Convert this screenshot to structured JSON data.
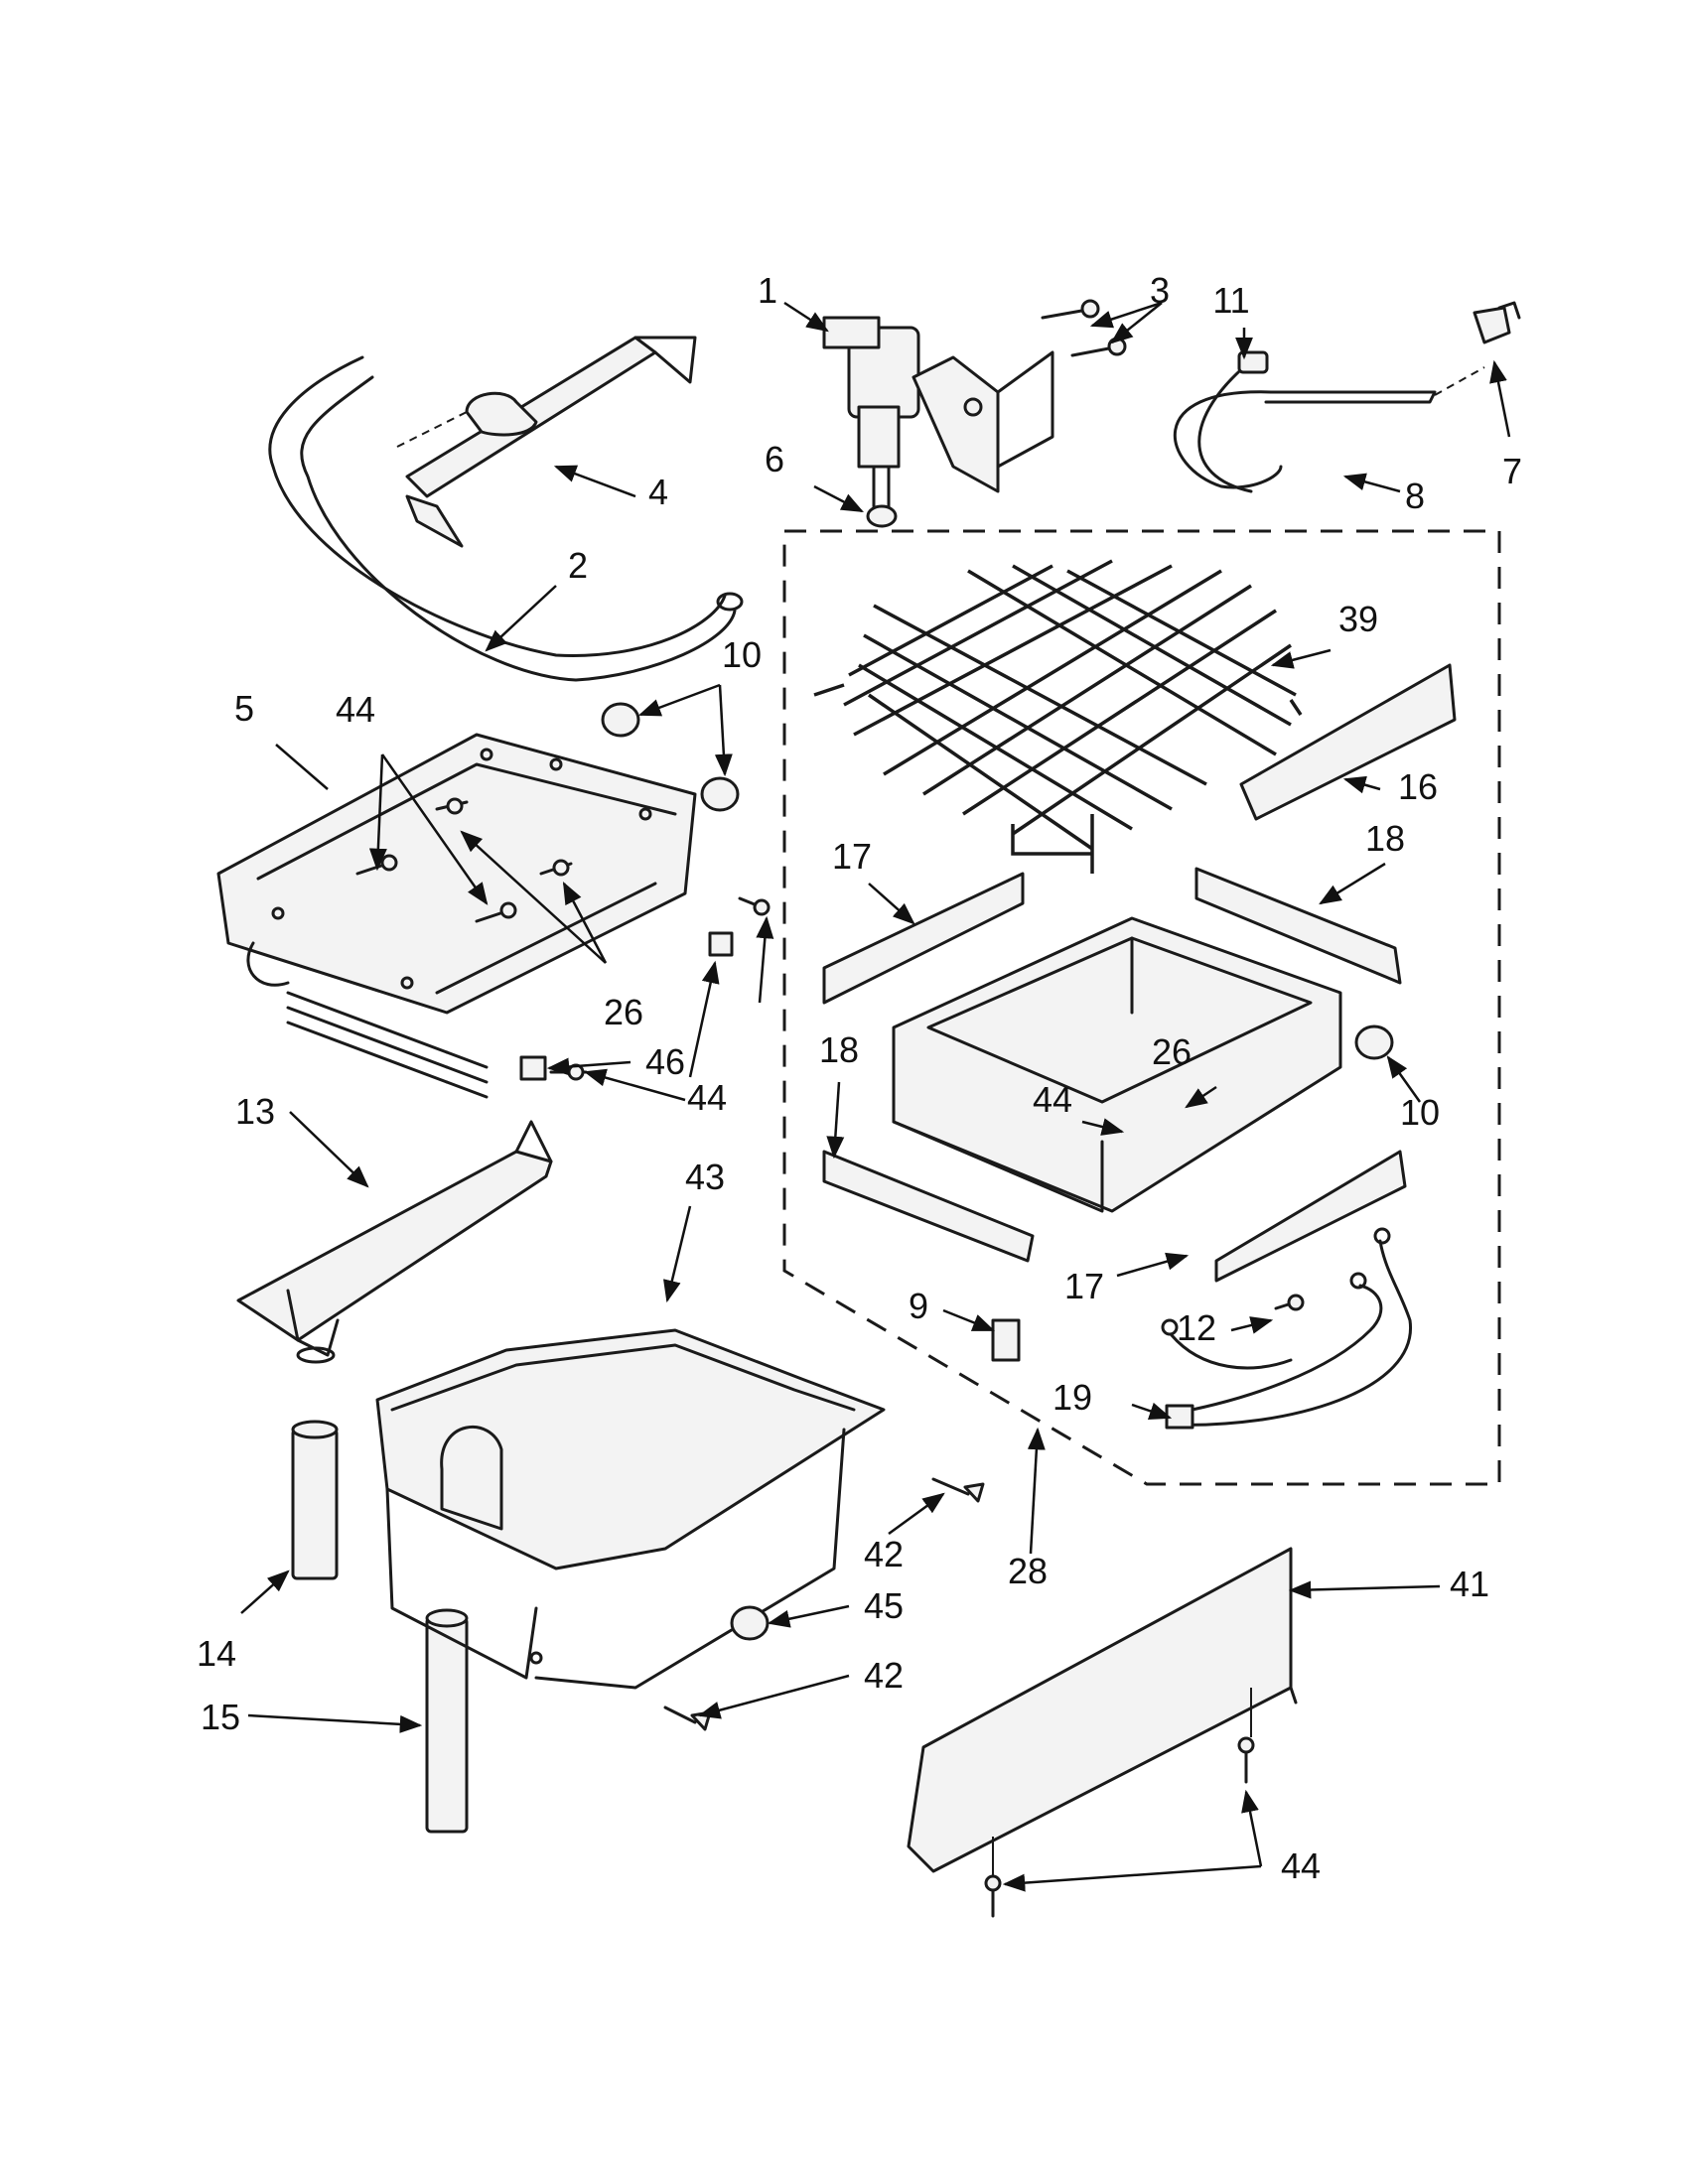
{
  "callouts": {
    "p1": "1",
    "p2": "2",
    "p3": "3",
    "p4": "4",
    "p5": "5",
    "p6": "6",
    "p7": "7",
    "p8": "8",
    "p9": "9",
    "p10a": "10",
    "p10b": "10",
    "p11": "11",
    "p12": "12",
    "p13": "13",
    "p14": "14",
    "p15": "15",
    "p16": "16",
    "p17a": "17",
    "p17b": "17",
    "p18a": "18",
    "p18b": "18",
    "p19": "19",
    "p26a": "26",
    "p26b": "26",
    "p28": "28",
    "p39": "39",
    "p41": "41",
    "p42a": "42",
    "p42b": "42",
    "p43": "43",
    "p44a": "44",
    "p44b": "44",
    "p44c": "44",
    "p44d": "44",
    "p45": "45",
    "p46": "46"
  },
  "colors": {
    "line": "#1a1a1a",
    "background": "#ffffff"
  }
}
